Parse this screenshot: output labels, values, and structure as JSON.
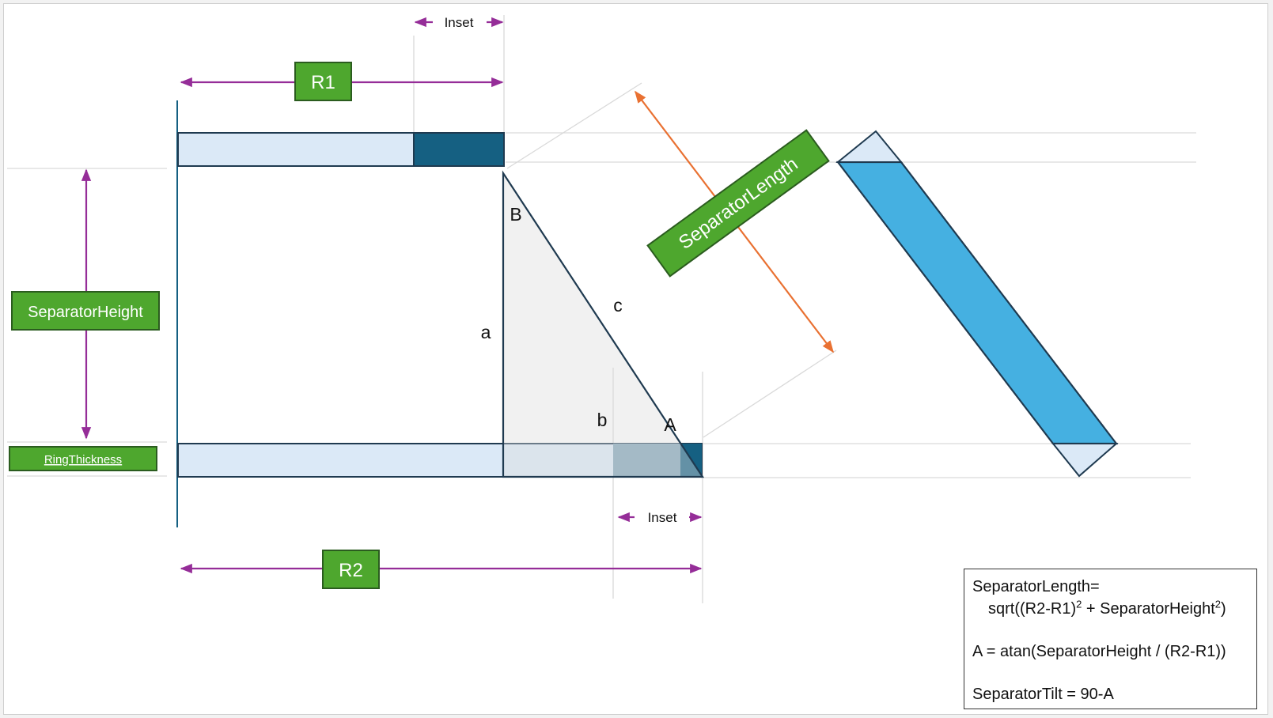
{
  "diagram": {
    "labels": {
      "r1": "R1",
      "r2": "R2",
      "inset_top": "Inset",
      "inset_bottom": "Inset",
      "separator_height": "SeparatorHeight",
      "ring_thickness": "RingThickness",
      "separator_length": "SeparatorLength",
      "side_a": "a",
      "side_b": "b",
      "side_c": "c",
      "angle_a": "A",
      "angle_b": "B"
    },
    "formulas": {
      "length_line1": "SeparatorLength=",
      "length_line2_prefix": "sqrt((R2-R1)",
      "length_exp1": "2",
      "length_line2_mid": " + SeparatorHeight",
      "length_exp2": "2",
      "length_line2_suffix": ")",
      "angle": "A = atan(SeparatorHeight / (R2-R1))",
      "tilt": "SeparatorTilt = 90-A"
    },
    "colors": {
      "label_green": "#4ea72e",
      "label_border": "#2b5c1f",
      "arrow_purple": "#952d98",
      "arrow_orange": "#e97132",
      "ring_light": "#dbe9f7",
      "ring_dark": "#156082",
      "separator_blue": "#45b0e1",
      "triangle_fill": "#efefef",
      "overlap_fill": "#7fa4b8",
      "guide_gray": "#d9d9d9"
    }
  }
}
